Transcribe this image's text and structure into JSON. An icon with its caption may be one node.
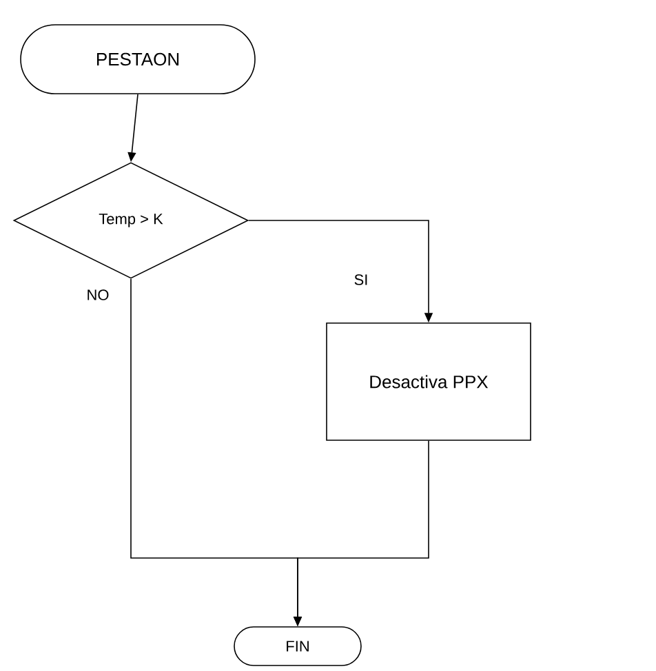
{
  "diagram": {
    "nodes": [
      {
        "text": [
          "PESTAON"
        ]
      },
      {
        "text": [
          "Temp > K"
        ]
      },
      {
        "text": [
          "Desactiva PPX"
        ]
      },
      {
        "text": [
          "FIN"
        ]
      }
    ],
    "edges": [
      {
        "from": 0,
        "to": 1,
        "arrow": "to"
      },
      {
        "from": 1,
        "to": 2,
        "arrow": "to",
        "label": "SI"
      },
      {
        "from": 1,
        "to": 3,
        "arrow": "to",
        "label": "NO"
      },
      {
        "from": 2,
        "to": 3,
        "arrow": "to"
      }
    ]
  }
}
